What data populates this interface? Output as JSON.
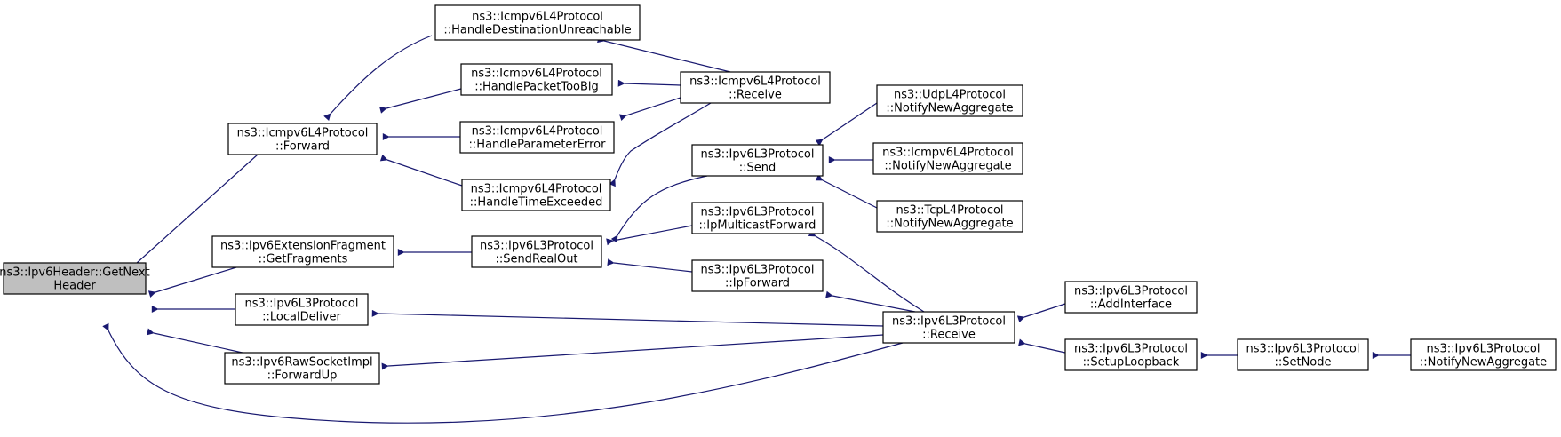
{
  "diagram": {
    "type": "call-graph",
    "colors": {
      "edge": "#191970",
      "root_fill": "#bfbfbf",
      "node_fill": "#ffffff",
      "border": "#000000"
    },
    "nodes": [
      {
        "id": "n0",
        "lines": [
          "ns3::Ipv6Header::GetNext",
          "Header"
        ],
        "root": true
      },
      {
        "id": "n1",
        "lines": [
          "ns3::Icmpv6L4Protocol",
          "::Forward"
        ]
      },
      {
        "id": "n2",
        "lines": [
          "ns3::Ipv6ExtensionFragment",
          "::GetFragments"
        ]
      },
      {
        "id": "n3",
        "lines": [
          "ns3::Ipv6L3Protocol",
          "::LocalDeliver"
        ]
      },
      {
        "id": "n4",
        "lines": [
          "ns3::Ipv6RawSocketImpl",
          "::ForwardUp"
        ]
      },
      {
        "id": "n5",
        "lines": [
          "ns3::Icmpv6L4Protocol",
          "::HandleDestinationUnreachable"
        ]
      },
      {
        "id": "n6",
        "lines": [
          "ns3::Icmpv6L4Protocol",
          "::HandlePacketTooBig"
        ]
      },
      {
        "id": "n7",
        "lines": [
          "ns3::Icmpv6L4Protocol",
          "::HandleParameterError"
        ]
      },
      {
        "id": "n8",
        "lines": [
          "ns3::Icmpv6L4Protocol",
          "::HandleTimeExceeded"
        ]
      },
      {
        "id": "n9",
        "lines": [
          "ns3::Ipv6L3Protocol",
          "::SendRealOut"
        ]
      },
      {
        "id": "n10",
        "lines": [
          "ns3::Icmpv6L4Protocol",
          "::Receive"
        ]
      },
      {
        "id": "n11",
        "lines": [
          "ns3::Ipv6L3Protocol",
          "::Send"
        ]
      },
      {
        "id": "n12",
        "lines": [
          "ns3::Ipv6L3Protocol",
          "::IpMulticastForward"
        ]
      },
      {
        "id": "n13",
        "lines": [
          "ns3::Ipv6L3Protocol",
          "::IpForward"
        ]
      },
      {
        "id": "n14",
        "lines": [
          "ns3::UdpL4Protocol",
          "::NotifyNewAggregate"
        ]
      },
      {
        "id": "n15",
        "lines": [
          "ns3::Icmpv6L4Protocol",
          "::NotifyNewAggregate"
        ]
      },
      {
        "id": "n16",
        "lines": [
          "ns3::TcpL4Protocol",
          "::NotifyNewAggregate"
        ]
      },
      {
        "id": "n17",
        "lines": [
          "ns3::Ipv6L3Protocol",
          "::Receive"
        ]
      },
      {
        "id": "n18",
        "lines": [
          "ns3::Ipv6L3Protocol",
          "::AddInterface"
        ]
      },
      {
        "id": "n19",
        "lines": [
          "ns3::Ipv6L3Protocol",
          "::SetupLoopback"
        ]
      },
      {
        "id": "n20",
        "lines": [
          "ns3::Ipv6L3Protocol",
          "::SetNode"
        ]
      },
      {
        "id": "n21",
        "lines": [
          "ns3::Ipv6L3Protocol",
          "::NotifyNewAggregate"
        ]
      }
    ],
    "edges": [
      {
        "from": "n0",
        "to": "n1"
      },
      {
        "from": "n0",
        "to": "n2"
      },
      {
        "from": "n0",
        "to": "n3"
      },
      {
        "from": "n0",
        "to": "n4"
      },
      {
        "from": "n0",
        "to": "n17"
      },
      {
        "from": "n1",
        "to": "n5"
      },
      {
        "from": "n1",
        "to": "n6"
      },
      {
        "from": "n1",
        "to": "n7"
      },
      {
        "from": "n1",
        "to": "n8"
      },
      {
        "from": "n5",
        "to": "n10"
      },
      {
        "from": "n6",
        "to": "n10"
      },
      {
        "from": "n7",
        "to": "n10"
      },
      {
        "from": "n8",
        "to": "n10"
      },
      {
        "from": "n2",
        "to": "n9"
      },
      {
        "from": "n9",
        "to": "n11"
      },
      {
        "from": "n9",
        "to": "n12"
      },
      {
        "from": "n9",
        "to": "n13"
      },
      {
        "from": "n11",
        "to": "n14"
      },
      {
        "from": "n11",
        "to": "n15"
      },
      {
        "from": "n11",
        "to": "n16"
      },
      {
        "from": "n12",
        "to": "n17"
      },
      {
        "from": "n13",
        "to": "n17"
      },
      {
        "from": "n3",
        "to": "n17"
      },
      {
        "from": "n4",
        "to": "n17"
      },
      {
        "from": "n17",
        "to": "n18"
      },
      {
        "from": "n17",
        "to": "n19"
      },
      {
        "from": "n19",
        "to": "n20"
      },
      {
        "from": "n20",
        "to": "n21"
      }
    ]
  }
}
